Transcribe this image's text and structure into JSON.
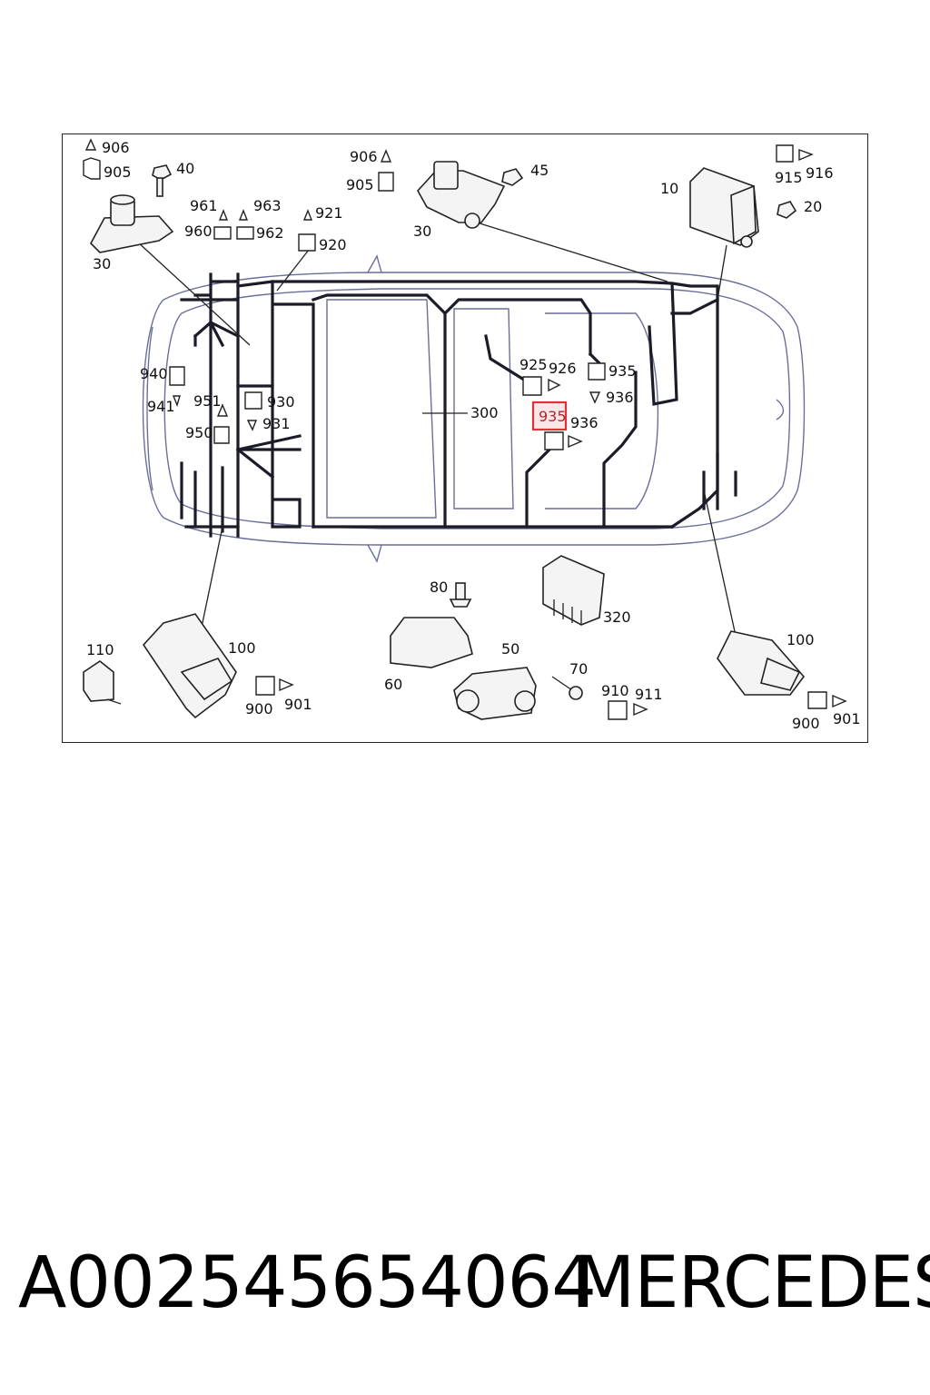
{
  "diagram": {
    "labels": {
      "l906a": "906",
      "l905a": "905",
      "l40": "40",
      "l30a": "30",
      "l961": "961",
      "l963": "963",
      "l960": "960",
      "l962": "962",
      "l921": "921",
      "l920": "920",
      "l906b": "906",
      "l905b": "905",
      "l30b": "30",
      "l45": "45",
      "l10": "10",
      "l915": "915",
      "l916": "916",
      "l20": "20",
      "l940": "940",
      "l941": "941",
      "l951": "951",
      "l950": "950",
      "l930": "930",
      "l931": "931",
      "l300": "300",
      "l925": "925",
      "l926": "926",
      "l935a": "935",
      "l936a": "936",
      "l935b": "935",
      "l936b": "936",
      "l80": "80",
      "l320": "320",
      "l60": "60",
      "l50": "50",
      "l70": "70",
      "l910": "910",
      "l911": "911",
      "l110": "110",
      "l100a": "100",
      "l900a": "900",
      "l901a": "901",
      "l100b": "100",
      "l900b": "900",
      "l901b": "901"
    },
    "highlight_color": "#e0303a"
  },
  "footer": {
    "part_number": "A002545654064",
    "brand": "MERCEDES"
  }
}
